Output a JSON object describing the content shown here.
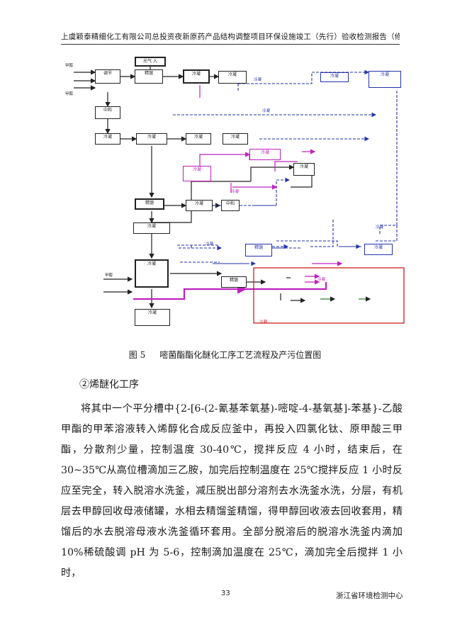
{
  "header": {
    "title": "上虞颖泰精细化工有限公司总投资夜新原药产品结构调整项目环保设施竣工（先行）验收检测报告（修上版）"
  },
  "figure": {
    "number": "图 5",
    "caption": "嘧菌酯酯化醚化工序工艺流程及产污位置图",
    "boxes": {
      "b1": "光气 入",
      "b2": "精馏",
      "b3": "冷凝",
      "b4": "冷凝",
      "b5": "冷凝",
      "b6": "冷凝",
      "b7": "精馏",
      "b8": "冷凝",
      "b9": "调节",
      "b10": "冷凝",
      "b11": "冷凝",
      "b12": "冷凝",
      "b13": "精馏",
      "b14": "冷凝",
      "b15": "中和",
      "b16": "冷凝",
      "b17": "冷凝",
      "b18": "冷凝",
      "b19": "冷凝",
      "b20": "中和",
      "b21": "冷凝",
      "b22": "冷凝",
      "b23": "精馏",
      "b24": "冷凝"
    },
    "labels": {
      "l1": "甲醇",
      "l2": "冷凝",
      "l3": "甲醇",
      "l4": "冷凝",
      "l5": "甲醇",
      "l6": "冷凝",
      "l7": "冷凝",
      "l8": "冷凝",
      "l9": "冷凝",
      "l10": "冷凝"
    }
  },
  "section": {
    "heading": "②烯醚化工序"
  },
  "body": {
    "paragraph": "将其中一个平分槽中{2-[6-(2-氰基苯氧基)-嘧啶-4-基氧基]-苯基}-乙酸甲酯的甲苯溶液转入烯醇化合成反应釜中，再投入四氯化钛、原甲酸三甲酯，分散剂少量，控制温度 30-40℃，搅拌反应 4 小时，结束后，在 30~35℃从高位槽滴加三乙胺，加完后控制温度在 25℃搅拌反应 1 小时反应至完全，转入脱溶水洗釜，减压脱出部分溶剂去水洗釜水洗，分层，有机层去甲醇回收母液储罐，水相去精馏釜精馏，得甲醇回收液去回收套用，精馏后的水去脱溶母液水洗釜循环套用。全部分脱溶后的脱溶水洗釜内滴加 10%稀硫酸调 pH 为 5-6，控制滴加温度在 25℃，滴加完全后搅拌 1 小时，"
  },
  "footer": {
    "page_number": "33",
    "organization": "浙江省环境检测中心"
  }
}
